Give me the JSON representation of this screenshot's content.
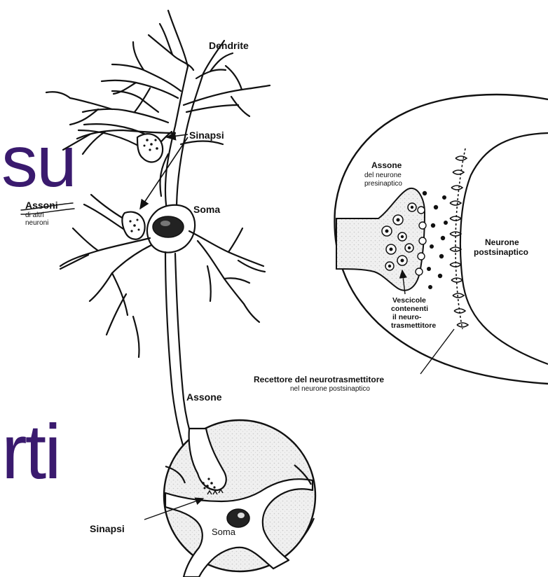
{
  "background_text": {
    "top": "su",
    "bottom": "rti"
  },
  "colors": {
    "slide_text": "#3a1a6e",
    "ink": "#111111",
    "stipple": "#e6e6e6"
  },
  "neuron": {
    "dendrite": "Dendrite",
    "sinapsi": "Sinapsi",
    "assoni": "Assoni",
    "assoni_sub_1": "di altri",
    "assoni_sub_2": "neuroni",
    "soma": "Soma",
    "assone": "Assone"
  },
  "bottom_inset": {
    "sinapsi": "Sinapsi",
    "soma": "Soma"
  },
  "synapse_inset": {
    "assone_title": "Assone",
    "assone_sub_1": "del neurone",
    "assone_sub_2": "presinaptico",
    "neurone_1": "Neurone",
    "neurone_2": "postsinaptico",
    "vescicole_1": "Vescicole",
    "vescicole_2": "contenenti",
    "vescicole_3": "il neuro-",
    "vescicole_4": "trasmettitore",
    "recettore": "Recettore del neurotrasmettitore",
    "recettore_sub": "nel neurone postsinaptico"
  }
}
